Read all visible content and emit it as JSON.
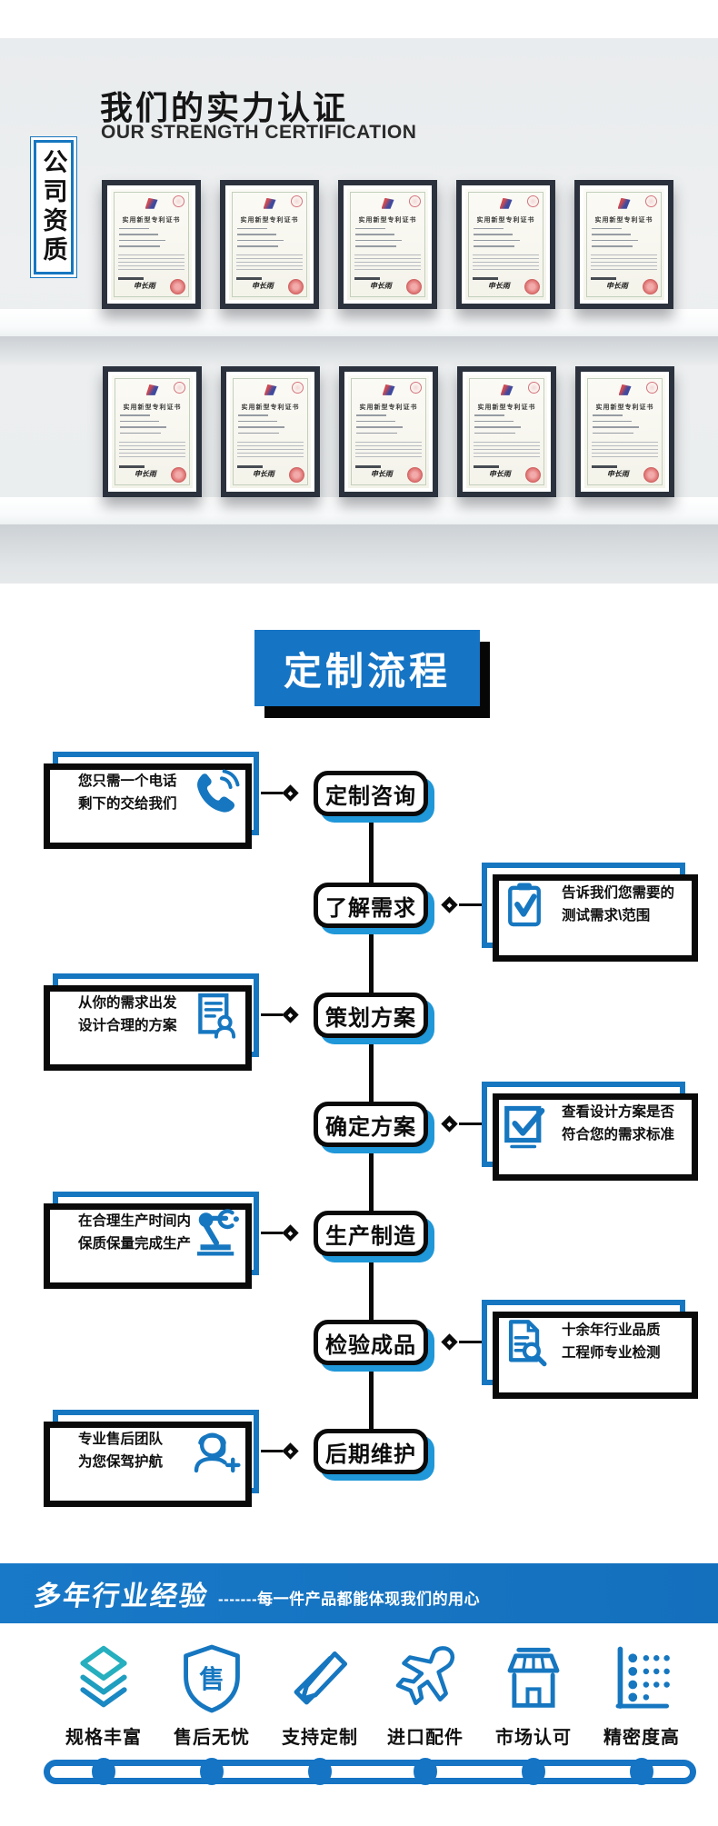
{
  "cert_section": {
    "tab_label": "公司资质",
    "title": "我们的实力认证",
    "subtitle": "OUR STRENGTH CERTIFICATION",
    "certificate": {
      "title": "实用新型专利证书",
      "signature": "申长雨",
      "count_per_row": 5,
      "rows": 2
    }
  },
  "process_section": {
    "title": "定制流程",
    "steps": [
      {
        "node": "定制咨询",
        "side": "left",
        "desc_line1": "您只需一个电话",
        "desc_line2": "剩下的交给我们",
        "icon": "phone-icon"
      },
      {
        "node": "了解需求",
        "side": "right",
        "desc_line1": "告诉我们您需要的",
        "desc_line2": "测试需求\\范围",
        "icon": "clipboard-check-icon"
      },
      {
        "node": "策划方案",
        "side": "left",
        "desc_line1": "从你的需求出发",
        "desc_line2": "设计合理的方案",
        "icon": "document-user-icon"
      },
      {
        "node": "确定方案",
        "side": "right",
        "desc_line1": "查看设计方案是否",
        "desc_line2": "符合您的需求标准",
        "icon": "checkbox-check-icon"
      },
      {
        "node": "生产制造",
        "side": "left",
        "desc_line1": "在合理生产时间内",
        "desc_line2": "保质保量完成生产",
        "icon": "robot-arm-icon"
      },
      {
        "node": "检验成品",
        "side": "right",
        "desc_line1": "十余年行业品质",
        "desc_line2": "工程师专业检测",
        "icon": "document-search-icon"
      },
      {
        "node": "后期维护",
        "side": "left",
        "desc_line1": "专业售后团队",
        "desc_line2": "为您保驾护航",
        "icon": "support-agent-icon"
      }
    ]
  },
  "experience_bar": {
    "title": "多年行业经验",
    "subtitle": "-------每一件产品都能体现我们的用心"
  },
  "features": [
    {
      "label": "规格丰富",
      "icon": "layers-icon"
    },
    {
      "label": "售后无忧",
      "icon": "shield-icon",
      "icon_char": "售"
    },
    {
      "label": "支持定制",
      "icon": "crossed-tools-icon"
    },
    {
      "label": "进口配件",
      "icon": "airplane-icon"
    },
    {
      "label": "市场认可",
      "icon": "storefront-icon"
    },
    {
      "label": "精密度高",
      "icon": "dot-chart-icon"
    }
  ],
  "colors": {
    "primary_blue": "#1677c0",
    "node_shadow_blue": "#1f97d8",
    "bar_blue": "#1574c4",
    "teal": "#26afbe",
    "wall_gray": "#edeff0",
    "black": "#0a0a0a"
  }
}
